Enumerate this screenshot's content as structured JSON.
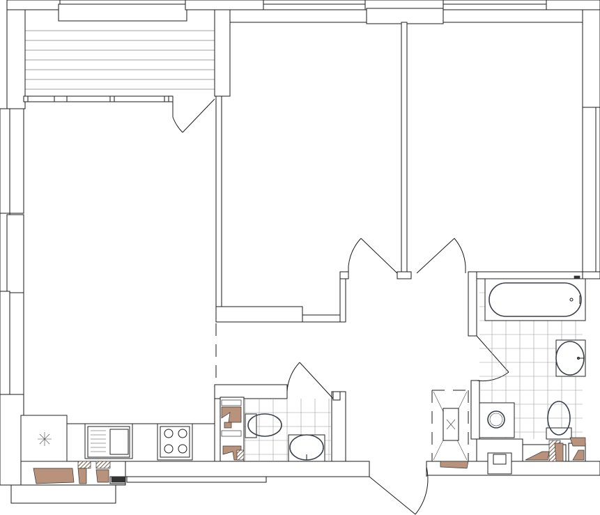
{
  "plan": {
    "colors": {
      "wall_stroke": "#1a1a1a",
      "tile_grid": "#9a9a9a",
      "shaft_fill": "#b8927a",
      "fixture_outline": "#3a3f4a"
    },
    "rooms": [
      {
        "id": "living-kitchen",
        "icon": "none"
      },
      {
        "id": "bedroom-1",
        "icon": "none"
      },
      {
        "id": "bedroom-2",
        "icon": "none"
      },
      {
        "id": "loggia",
        "icon": "none"
      },
      {
        "id": "bathroom",
        "icon": "bathtub-icon"
      },
      {
        "id": "toilet",
        "icon": "toilet-icon"
      },
      {
        "id": "hall",
        "icon": "none"
      }
    ]
  }
}
